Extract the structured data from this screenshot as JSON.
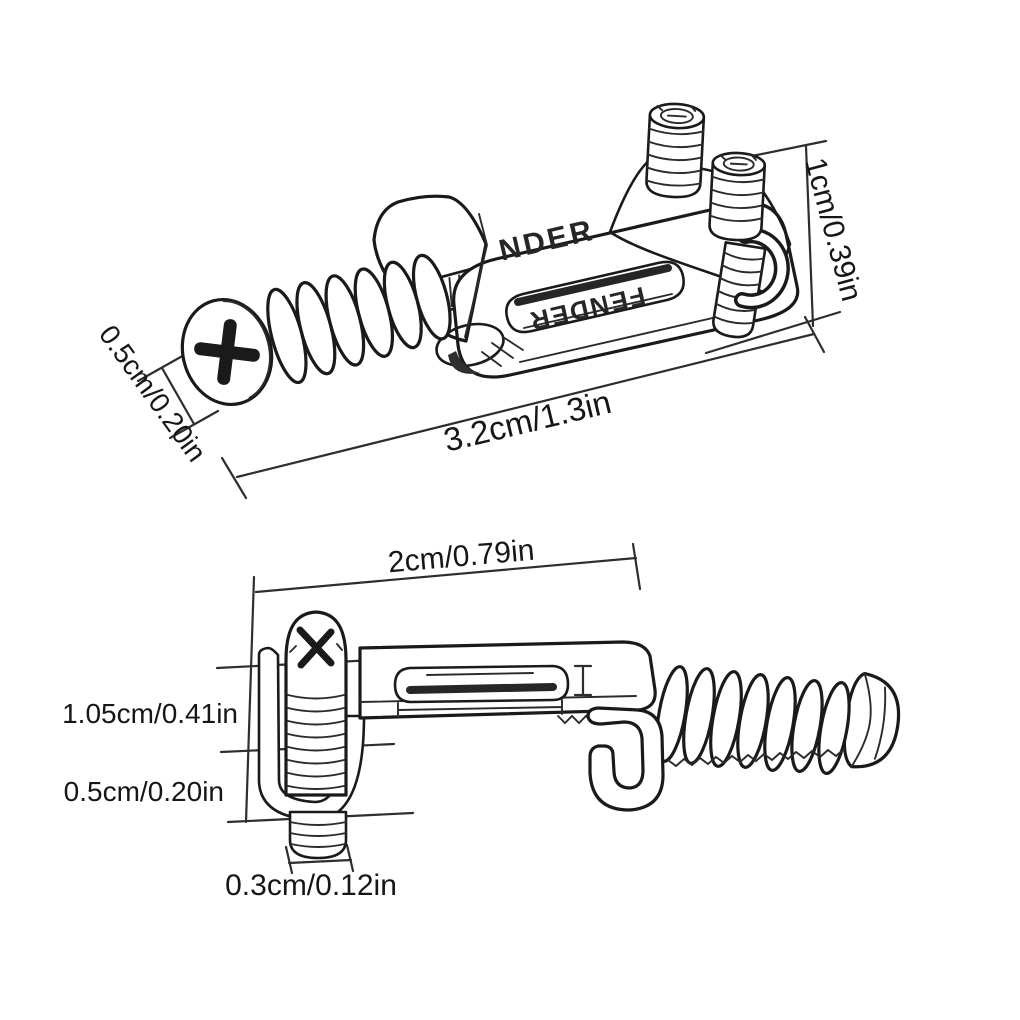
{
  "top_view": {
    "engraving_edge": "NDER",
    "engraving_slot": "FENDER",
    "dim_height": "1cm/0.39in",
    "dim_head": "0.5cm/0.20in",
    "dim_length": "3.2cm/1.3in"
  },
  "bottom_view": {
    "dim_width": "2cm/0.79in",
    "dim_upper": "1.05cm/0.41in",
    "dim_lower": "0.5cm/0.20in",
    "dim_screw": "0.3cm/0.12in"
  },
  "colors": {
    "background": "#ffffff",
    "ink": "#1a1a1a",
    "dimension_lines": "#2e2e2e",
    "metal_texture": "#f1f1f1"
  }
}
